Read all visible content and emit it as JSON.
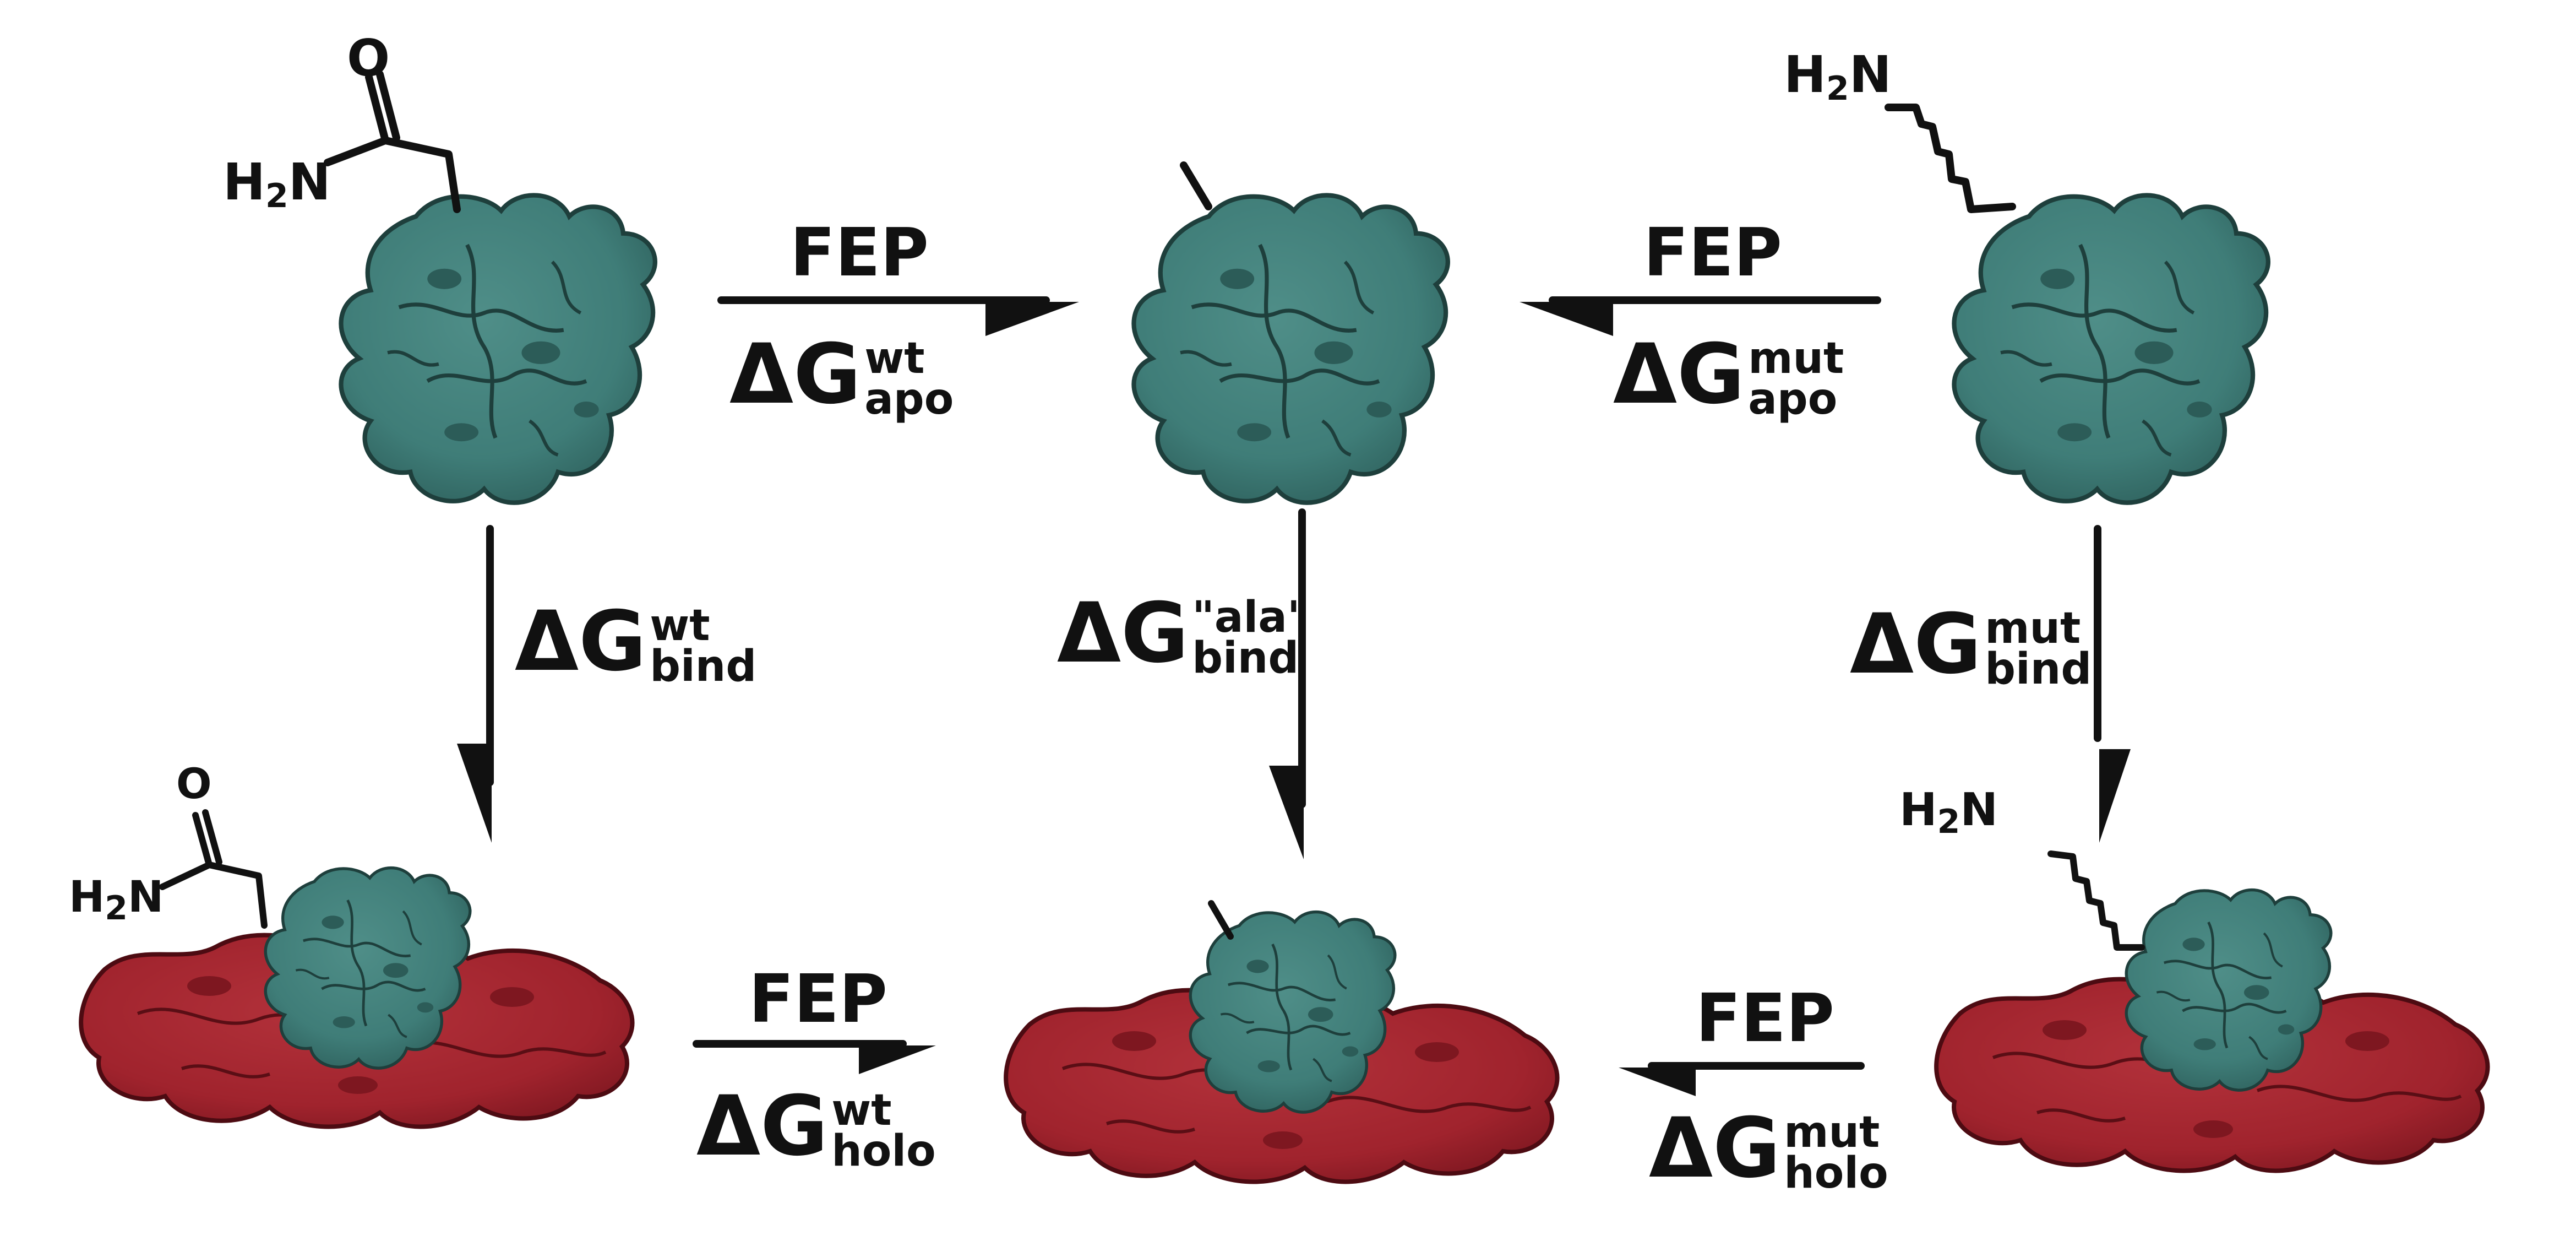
{
  "colors": {
    "protein_teal": "#3f7d78",
    "protein_teal_dark": "#244d4a",
    "partner_red": "#a0232d",
    "partner_red_dark": "#6d121a",
    "ink": "#111111"
  },
  "chemistry": {
    "amide_group": "H2N",
    "amine_group": "H2N",
    "oxygen": "O"
  },
  "fep_label": "FEP",
  "top_row": {
    "left_arrow": {
      "label": "FEP",
      "dg_symbol": "ΔG",
      "dg_superscript": "wt",
      "dg_subscript": "apo"
    },
    "right_arrow": {
      "label": "FEP",
      "dg_symbol": "ΔG",
      "dg_superscript": "mut",
      "dg_subscript": "apo"
    }
  },
  "bottom_row": {
    "left_arrow": {
      "label": "FEP",
      "dg_symbol": "ΔG",
      "dg_superscript": "wt",
      "dg_subscript": "holo"
    },
    "right_arrow": {
      "label": "FEP",
      "dg_symbol": "ΔG",
      "dg_superscript": "mut",
      "dg_subscript": "holo"
    }
  },
  "vertical": {
    "left": {
      "dg_symbol": "ΔG",
      "dg_superscript": "wt",
      "dg_subscript": "bind"
    },
    "middle": {
      "dg_symbol": "ΔG",
      "dg_superscript": "\"ala\"",
      "dg_subscript": "bind"
    },
    "right": {
      "dg_symbol": "ΔG",
      "dg_superscript": "mut",
      "dg_subscript": "bind"
    }
  }
}
